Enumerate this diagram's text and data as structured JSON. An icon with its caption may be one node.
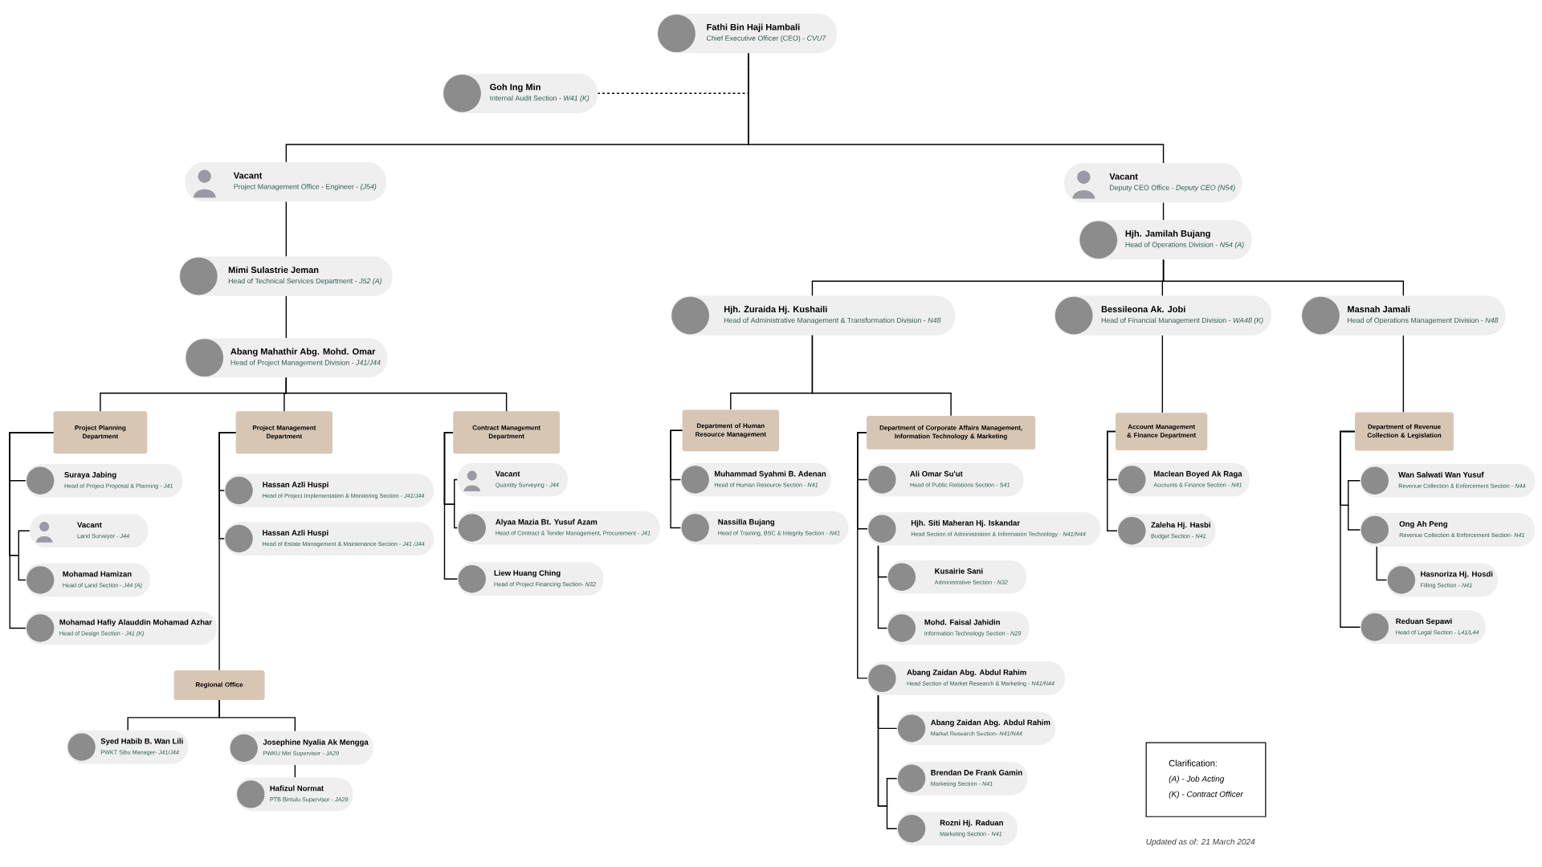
{
  "diagram": {
    "nodes": [
      {
        "text": [
          "Fathi Bin Haji Hambali",
          "Chief Executive Officer (CEO) - *CVU7*"
        ]
      },
      {
        "text": [
          "Goh Ing Min",
          "Internal Audit Section - *W41 (K)*"
        ]
      },
      {
        "text": [
          "Vacant",
          "Project Management Office - Engineer - *(J54)*"
        ]
      },
      {
        "text": [
          "Vacant",
          "Deputy CEO Office - *Deputy CEO (N54)*"
        ]
      },
      {
        "text": [
          "Mimi Sulastrie Jeman",
          "Head of Technical Services Department - *J52 (A)*"
        ]
      },
      {
        "text": [
          "Hjh. Jamilah Bujang",
          "Head of Operations Division - *N54 (A)*"
        ]
      },
      {
        "text": [
          "Abang Mahathir Abg. Mohd. Omar",
          "Head of Project Management Division - *J41/J44*"
        ]
      },
      {
        "text": [
          "Hjh. Zuraida Hj. Kushaili",
          "Head of Administrative Management & Transformation Division - *N48*"
        ]
      },
      {
        "text": [
          "Bessileona Ak. Jobi",
          "Head of Financial Management Division - *WA48 (K)*"
        ]
      },
      {
        "text": [
          "Masnah Jamali",
          "Head of Operations Management Division - *N48*"
        ]
      },
      {
        "text": [
          "Project Planning Department"
        ]
      },
      {
        "text": [
          "Project Management Department"
        ]
      },
      {
        "text": [
          "Contract Management Department"
        ]
      },
      {
        "text": [
          "Department of Human Resource Management"
        ]
      },
      {
        "text": [
          "Department of Corporate Affairs Management, Information Technology & Marketing"
        ]
      },
      {
        "text": [
          "Account Management & Finance Department"
        ]
      },
      {
        "text": [
          "Department of Revenue Collection & Legislation"
        ]
      },
      {
        "text": [
          "Suraya Jabing",
          "Head of Project Proposal & Planning - *J41*"
        ]
      },
      {
        "text": [
          "Vacant",
          "Land Surveyor - *J44*"
        ]
      },
      {
        "text": [
          "Mohamad Hamizan",
          "Head of Land Section - *J44 (A)*"
        ]
      },
      {
        "text": [
          "Mohamad Hafiy Alauddin Mohamad Azhar",
          "Head of Design Section - *J41 (K)*"
        ]
      },
      {
        "text": [
          "Hassan Azli Huspi",
          "Head of Project Implementation & Monitoring Section - *J41/J44*"
        ]
      },
      {
        "text": [
          "Hassan Azli Huspi",
          "Head of Estate Management & Maintenance Section - *J41 /J44*"
        ]
      },
      {
        "text": [
          "Regional Office"
        ]
      },
      {
        "text": [
          "Syed Habib B. Wan Lili",
          "PWKT Sibu Manager- *J41/J44*"
        ]
      },
      {
        "text": [
          "Josephine Nyalia Ak Mengga",
          "PWKU Miri Supervisor - *JA29*"
        ]
      },
      {
        "text": [
          "Hafizul Normat",
          "PTB Bintulu Supervisor - *JA29*"
        ]
      },
      {
        "text": [
          "Vacant",
          "Quantity Surveying - *J44*"
        ]
      },
      {
        "text": [
          "Alyaa Mazia Bt. Yusuf Azam",
          "Head of Contract & Tender Management, Procurement - *J41*"
        ]
      },
      {
        "text": [
          "Liew Huang Ching",
          "Head of Project Financing Section- *N32*"
        ]
      },
      {
        "text": [
          "Muhammad Syahmi B. Adenan",
          "Head of Human Resource Section - *N41*"
        ]
      },
      {
        "text": [
          "Nassilla Bujang",
          "Head of Training, BSC & Integrity Section - *N41*"
        ]
      },
      {
        "text": [
          "Ali Omar Su'ut",
          "Head of Public Relations Section - *S41*"
        ]
      },
      {
        "text": [
          "Hjh. Siti Maheran Hj. Iskandar",
          "Head Section of Administration & Information Technology - *N41/N44*"
        ]
      },
      {
        "text": [
          "Kusairie Sani",
          "Administrative Section - *N32*"
        ]
      },
      {
        "text": [
          "Mohd. Faisal Jahidin",
          "Information Technology Section - *N29*"
        ]
      },
      {
        "text": [
          "Abang Zaidan Abg. Abdul Rahim",
          "Head Section of Market Research & Marketing - *N41/N44*"
        ]
      },
      {
        "text": [
          "Abang Zaidan Abg. Abdul Rahim",
          "Market Research Section- *N41/N44*"
        ]
      },
      {
        "text": [
          "Brendan De Frank Gamin",
          "Marketing Section - *N41*"
        ]
      },
      {
        "text": [
          "Rozni Hj. Raduan",
          "Marketing Section - *N41*"
        ]
      },
      {
        "text": [
          "Maclean Boyed Ak Raga",
          "Accounts & Finance Section - *N41*"
        ]
      },
      {
        "text": [
          "Zaleha Hj. Hasbi",
          "Budget Section - *N41*"
        ]
      },
      {
        "text": [
          "Wan Salwati Wan Yusuf",
          "Revenue Collection & Enforcement Section - *N44*"
        ]
      },
      {
        "text": [
          "Ong Ah Peng",
          "Revenue Collection & Enforcement Section- *N41*"
        ]
      },
      {
        "text": [
          "Hasnoriza Hj. Hosdi",
          "Filling Section - *N41*"
        ]
      },
      {
        "text": [
          "Reduan Sepawi",
          "Head of Legal Section - *L41/L44*"
        ]
      },
      {
        "text": [
          "Clarification:",
          "(A) - Job Acting",
          "(K) - Contract Officer"
        ]
      }
    ],
    "edges": [
      {
        "from": 0,
        "to": 1,
        "arrow": "none",
        "style": "dashed"
      },
      {
        "from": 0,
        "to": 2,
        "arrow": "none"
      },
      {
        "from": 0,
        "to": 3,
        "arrow": "none"
      },
      {
        "from": 2,
        "to": 4,
        "arrow": "none"
      },
      {
        "from": 4,
        "to": 6,
        "arrow": "none"
      },
      {
        "from": 3,
        "to": 5,
        "arrow": "none"
      },
      {
        "from": 5,
        "to": 7,
        "arrow": "none"
      },
      {
        "from": 5,
        "to": 8,
        "arrow": "none"
      },
      {
        "from": 5,
        "to": 9,
        "arrow": "none"
      },
      {
        "from": 6,
        "to": 10,
        "arrow": "none"
      },
      {
        "from": 6,
        "to": 11,
        "arrow": "none"
      },
      {
        "from": 6,
        "to": 12,
        "arrow": "none"
      },
      {
        "from": 7,
        "to": 13,
        "arrow": "none"
      },
      {
        "from": 7,
        "to": 14,
        "arrow": "none"
      },
      {
        "from": 8,
        "to": 15,
        "arrow": "none"
      },
      {
        "from": 9,
        "to": 16,
        "arrow": "none"
      },
      {
        "from": 10,
        "to": 17,
        "arrow": "none"
      },
      {
        "from": 10,
        "to": 18,
        "arrow": "none"
      },
      {
        "from": 10,
        "to": 19,
        "arrow": "none"
      },
      {
        "from": 10,
        "to": 20,
        "arrow": "none"
      },
      {
        "from": 11,
        "to": 21,
        "arrow": "none"
      },
      {
        "from": 11,
        "to": 22,
        "arrow": "none"
      },
      {
        "from": 11,
        "to": 23,
        "arrow": "none"
      },
      {
        "from": 23,
        "to": 24,
        "arrow": "none"
      },
      {
        "from": 23,
        "to": 25,
        "arrow": "none"
      },
      {
        "from": 25,
        "to": 26,
        "arrow": "none"
      },
      {
        "from": 12,
        "to": 27,
        "arrow": "none"
      },
      {
        "from": 12,
        "to": 28,
        "arrow": "none"
      },
      {
        "from": 12,
        "to": 29,
        "arrow": "none"
      },
      {
        "from": 13,
        "to": 30,
        "arrow": "none"
      },
      {
        "from": 13,
        "to": 31,
        "arrow": "none"
      },
      {
        "from": 14,
        "to": 32,
        "arrow": "none"
      },
      {
        "from": 14,
        "to": 33,
        "arrow": "none"
      },
      {
        "from": 14,
        "to": 36,
        "arrow": "none"
      },
      {
        "from": 33,
        "to": 34,
        "arrow": "none"
      },
      {
        "from": 33,
        "to": 35,
        "arrow": "none"
      },
      {
        "from": 36,
        "to": 37,
        "arrow": "none"
      },
      {
        "from": 36,
        "to": 38,
        "arrow": "none"
      },
      {
        "from": 36,
        "to": 39,
        "arrow": "none"
      },
      {
        "from": 15,
        "to": 40,
        "arrow": "none"
      },
      {
        "from": 15,
        "to": 41,
        "arrow": "none"
      },
      {
        "from": 16,
        "to": 42,
        "arrow": "none"
      },
      {
        "from": 16,
        "to": 43,
        "arrow": "none"
      },
      {
        "from": 16,
        "to": 45,
        "arrow": "none"
      },
      {
        "from": 43,
        "to": 44,
        "arrow": "none"
      }
    ],
    "labels": [
      "Updated as of: 21 March 2024"
    ]
  }
}
